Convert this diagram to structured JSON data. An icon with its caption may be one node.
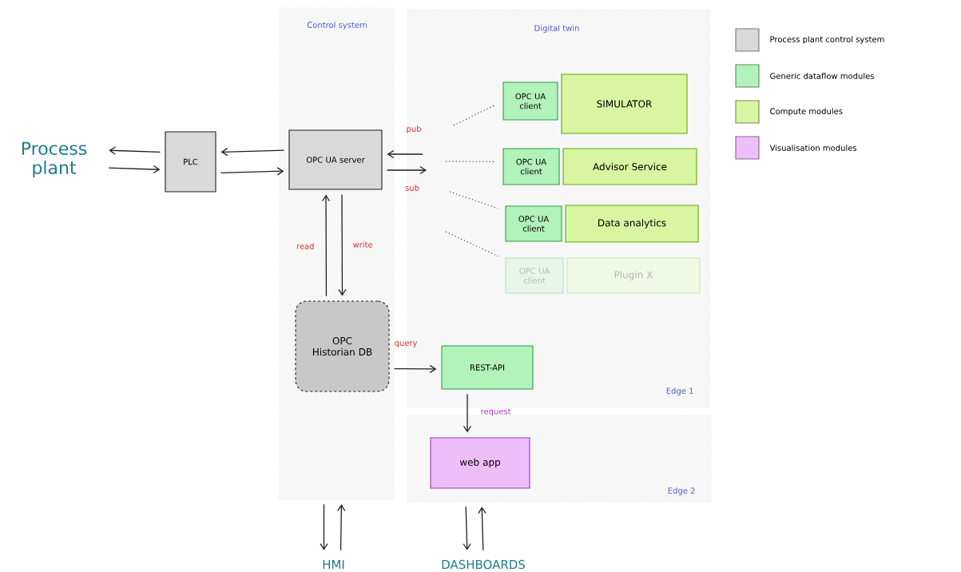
{
  "diagram": {
    "nodes": [
      {
        "text": [
          "Control system"
        ]
      },
      {
        "text": [
          "Digital twin",
          "Edge 1"
        ]
      },
      {
        "text": [
          "Edge 2"
        ]
      },
      {
        "text": [
          "Process plant"
        ]
      },
      {
        "text": [
          "PLC"
        ]
      },
      {
        "text": [
          "OPC UA server"
        ],
        "in": 0
      },
      {
        "text": [
          "OPC Historian DB"
        ],
        "in": 0
      },
      {
        "text": [
          "OPC UA client"
        ],
        "in": 1
      },
      {
        "text": [
          "SIMULATOR"
        ],
        "in": 1
      },
      {
        "text": [
          "OPC UA client"
        ],
        "in": 1
      },
      {
        "text": [
          "Advisor Service"
        ],
        "in": 1
      },
      {
        "text": [
          "OPC UA client"
        ],
        "in": 1
      },
      {
        "text": [
          "Data analytics"
        ],
        "in": 1
      },
      {
        "text": [
          "OPC UA client"
        ],
        "in": 1
      },
      {
        "text": [
          "Plugin X"
        ],
        "in": 1
      },
      {
        "text": [
          "REST-API"
        ],
        "in": 1
      },
      {
        "text": [
          "web app"
        ],
        "in": 2
      },
      {
        "text": [
          "HMI"
        ]
      },
      {
        "text": [
          "DASHBOARDS"
        ]
      }
    ],
    "edges": [
      {
        "from": 3,
        "to": 4,
        "arrow": "to"
      },
      {
        "from": 4,
        "to": 3,
        "arrow": "to"
      },
      {
        "from": 5,
        "to": 4,
        "arrow": "to"
      },
      {
        "from": 4,
        "to": 5,
        "arrow": "to"
      },
      {
        "from": null,
        "to": 5,
        "arrow": "to",
        "label": "pub"
      },
      {
        "from": 5,
        "to": null,
        "arrow": "to",
        "label": "sub"
      },
      {
        "from": null,
        "to": 7,
        "arrow": "none",
        "style": "dashed"
      },
      {
        "from": null,
        "to": 9,
        "arrow": "none",
        "style": "dashed"
      },
      {
        "from": null,
        "to": 11,
        "arrow": "none",
        "style": "dashed"
      },
      {
        "from": null,
        "to": 13,
        "arrow": "none",
        "style": "dashed"
      },
      {
        "from": 6,
        "to": 5,
        "arrow": "to",
        "label": "read"
      },
      {
        "from": 5,
        "to": 6,
        "arrow": "to",
        "label": "write"
      },
      {
        "from": 6,
        "to": 15,
        "arrow": "to",
        "label": "query"
      },
      {
        "from": 15,
        "to": 16,
        "arrow": "to",
        "label": "request"
      },
      {
        "from": 0,
        "to": 17,
        "arrow": "to"
      },
      {
        "from": 17,
        "to": 0,
        "arrow": "to"
      },
      {
        "from": 2,
        "to": 18,
        "arrow": "to"
      },
      {
        "from": 18,
        "to": 2,
        "arrow": "to"
      }
    ],
    "legend": [
      {
        "text": "Process plant control system",
        "color": "#d9d9d9"
      },
      {
        "text": "Generic dataflow modules",
        "color": "#b2f2bb"
      },
      {
        "text": "Compute modules",
        "color": "#d8f5a2"
      },
      {
        "text": "Visualisation modules",
        "color": "#eebefa"
      }
    ]
  }
}
